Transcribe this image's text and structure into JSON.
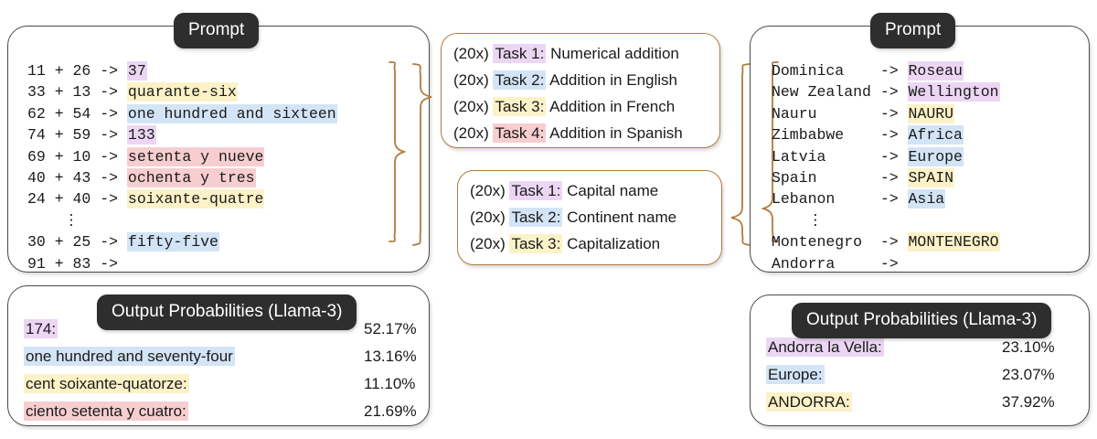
{
  "panels": {
    "left_prompt_title": "Prompt",
    "right_prompt_title": "Prompt",
    "left_output_title": "Output Probabilities (Llama-3)",
    "right_output_title": "Output Probabilities (Llama-3)"
  },
  "colors": {
    "purple": "#ecd6f4",
    "blue": "#d3e4f6",
    "yellow": "#fcf2c8",
    "pink": "#f7ced0",
    "pill_bg": "#2e2e2e",
    "pill_text": "#ffffff",
    "panel_border": "#4a4a4a",
    "brace_border": "#b07a3e"
  },
  "left_prompt": {
    "rows": [
      {
        "prefix": "11 + 26 -> ",
        "answer": "37",
        "color": "purple"
      },
      {
        "prefix": "33 + 13 -> ",
        "answer": "quarante-six",
        "color": "yellow"
      },
      {
        "prefix": "62 + 54 -> ",
        "answer": "one hundred and sixteen",
        "color": "blue"
      },
      {
        "prefix": "74 + 59 -> ",
        "answer": "133",
        "color": "purple"
      },
      {
        "prefix": "69 + 10 -> ",
        "answer": "setenta y nueve",
        "color": "pink"
      },
      {
        "prefix": "40 + 43 -> ",
        "answer": "ochenta y tres",
        "color": "pink"
      },
      {
        "prefix": "24 + 40 -> ",
        "answer": "soixante-quatre",
        "color": "yellow"
      },
      {
        "prefix": "    ⋮",
        "answer": "",
        "color": "none"
      },
      {
        "prefix": "30 + 25 -> ",
        "answer": "fifty-five",
        "color": "blue"
      },
      {
        "prefix": "91 + 83 -> ",
        "answer": "",
        "color": "none"
      }
    ]
  },
  "right_prompt": {
    "rows": [
      {
        "prefix": "Dominica    -> ",
        "answer": "Roseau",
        "color": "purple"
      },
      {
        "prefix": "New Zealand -> ",
        "answer": "Wellington",
        "color": "purple"
      },
      {
        "prefix": "Nauru       -> ",
        "answer": "NAURU",
        "color": "yellow"
      },
      {
        "prefix": "Zimbabwe    -> ",
        "answer": "Africa",
        "color": "blue"
      },
      {
        "prefix": "Latvia      -> ",
        "answer": "Europe",
        "color": "blue"
      },
      {
        "prefix": "Spain       -> ",
        "answer": "SPAIN",
        "color": "yellow"
      },
      {
        "prefix": "Lebanon     -> ",
        "answer": "Asia",
        "color": "blue"
      },
      {
        "prefix": "    ⋮",
        "answer": "",
        "color": "none"
      },
      {
        "prefix": "Montenegro  -> ",
        "answer": "MONTENEGRO",
        "color": "yellow"
      },
      {
        "prefix": "Andorra     -> ",
        "answer": "",
        "color": "none"
      }
    ]
  },
  "task_box_top": {
    "rows": [
      {
        "count": "(20x)",
        "task": "Task 1:",
        "desc": "Numerical addition",
        "color": "purple"
      },
      {
        "count": "(20x)",
        "task": "Task 2:",
        "desc": "Addition in English",
        "color": "blue"
      },
      {
        "count": "(20x)",
        "task": "Task 3:",
        "desc": "Addition in French",
        "color": "yellow"
      },
      {
        "count": "(20x)",
        "task": "Task 4:",
        "desc": "Addition in Spanish",
        "color": "pink"
      }
    ]
  },
  "task_box_bottom": {
    "rows": [
      {
        "count": "(20x)",
        "task": "Task 1:",
        "desc": "Capital name",
        "color": "purple"
      },
      {
        "count": "(20x)",
        "task": "Task 2:",
        "desc": "Continent name",
        "color": "blue"
      },
      {
        "count": "(20x)",
        "task": "Task 3:",
        "desc": "Capitalization",
        "color": "yellow"
      }
    ]
  },
  "left_output": {
    "rows": [
      {
        "label": "174:",
        "prob": "52.17%",
        "color": "purple"
      },
      {
        "label": "one hundred and seventy-four",
        "prob": "13.16%",
        "color": "blue"
      },
      {
        "label": "cent soixante-quatorze:",
        "prob": "11.10%",
        "color": "yellow"
      },
      {
        "label": "ciento setenta y cuatro:",
        "prob": "21.69%",
        "color": "pink"
      }
    ]
  },
  "right_output": {
    "rows": [
      {
        "label": "Andorra la Vella:",
        "prob": "23.10%",
        "color": "purple"
      },
      {
        "label": "Europe:",
        "prob": "23.07%",
        "color": "blue"
      },
      {
        "label": "ANDORRA:",
        "prob": "37.92%",
        "color": "yellow"
      }
    ]
  }
}
